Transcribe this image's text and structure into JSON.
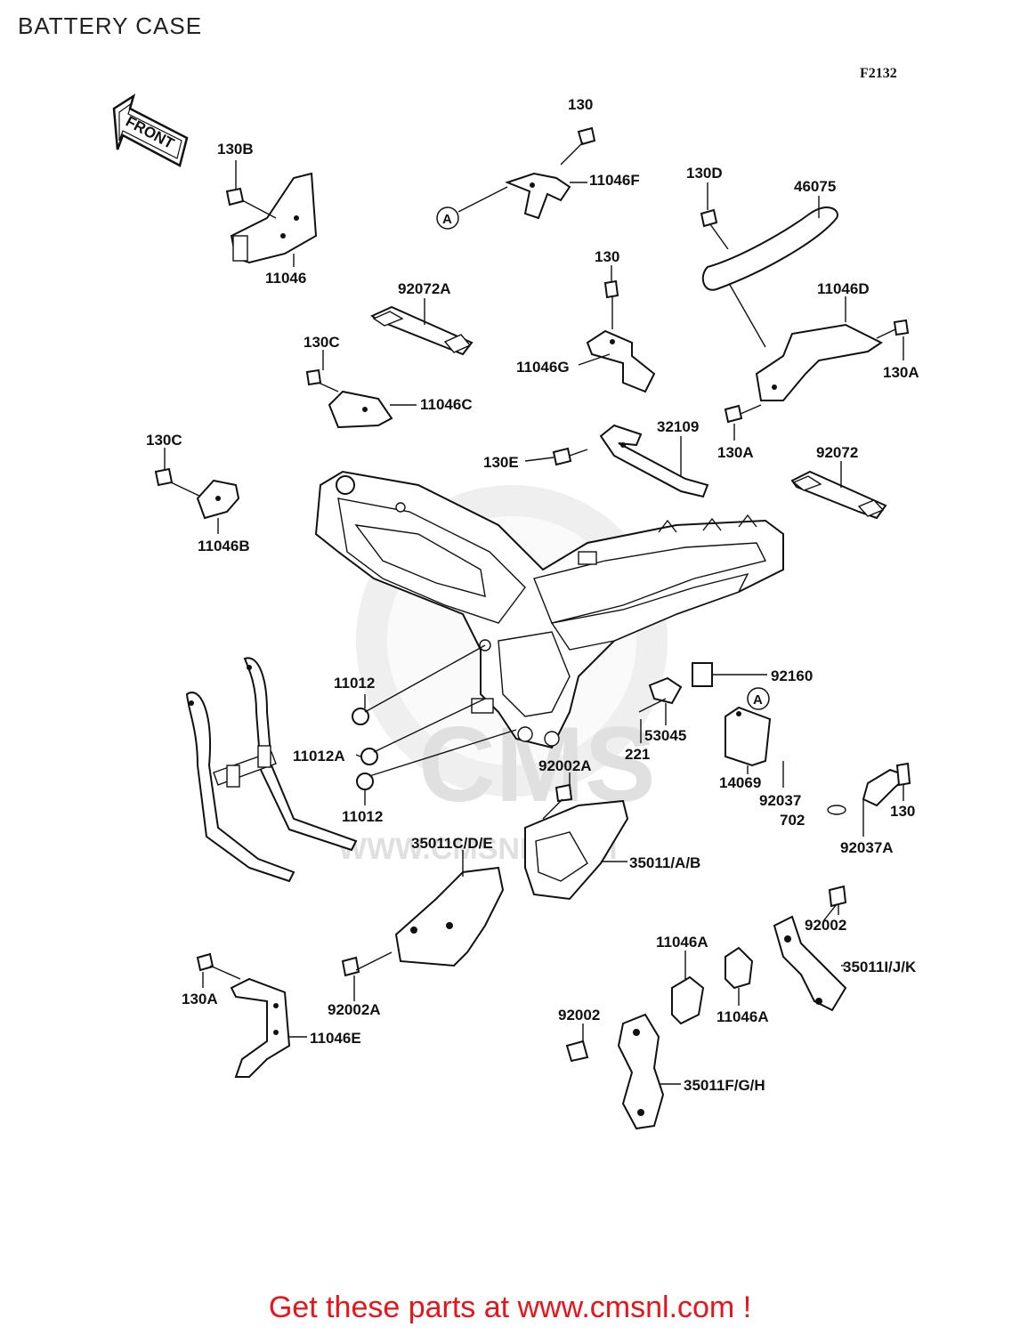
{
  "header": {
    "title": "BATTERY CASE",
    "diagram_code": "F2132"
  },
  "front_arrow": {
    "label": "FRONT"
  },
  "callout_marker": {
    "label": "A"
  },
  "watermark": {
    "brand": "CMS",
    "url": "WWW.CMSNL.COM"
  },
  "part_labels": {
    "p130_top": "130",
    "p11046F": "11046F",
    "p130B": "130B",
    "p11046": "11046",
    "p130D": "130D",
    "p46075": "46075",
    "p130_mid": "130",
    "p92072A": "92072A",
    "p11046D": "11046D",
    "p130C_a": "130C",
    "p11046G": "11046G",
    "p130A_right": "130A",
    "p11046C": "11046C",
    "p32109": "32109",
    "p130C_b": "130C",
    "p130E": "130E",
    "p130A_mid": "130A",
    "p92072": "92072",
    "p11046B": "11046B",
    "p11012_a": "11012",
    "p92160": "92160",
    "p53045": "53045",
    "p11012A": "11012A",
    "p221": "221",
    "p92002A_top": "92002A",
    "p14069": "14069",
    "p92037": "92037",
    "p11012_b": "11012",
    "p702": "702",
    "p130_right": "130",
    "p35011CDE": "35011C/D/E",
    "p35011AB": "35011/A/B",
    "p92037A": "92037A",
    "p92002_right": "92002",
    "p11046A_a": "11046A",
    "p35011IJK": "35011I/J/K",
    "p130A_left": "130A",
    "p92002A_bottom": "92002A",
    "p92002_left": "92002",
    "p11046A_b": "11046A",
    "p11046E": "11046E",
    "p35011FGH": "35011F/G/H"
  },
  "footer": {
    "text": "Get these parts at www.cmsnl.com !"
  }
}
